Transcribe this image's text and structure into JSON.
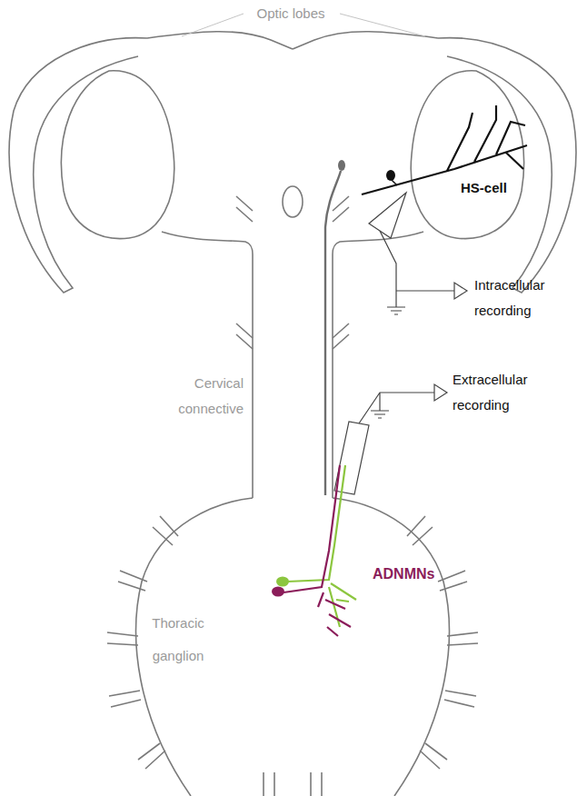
{
  "diagram": {
    "labels": [
      "Optic lobes",
      "HS-cell",
      "Intracellular recording",
      "Extracellular recording",
      "Cervical connective",
      "ADNMNs",
      "Thoracic ganglion"
    ]
  }
}
